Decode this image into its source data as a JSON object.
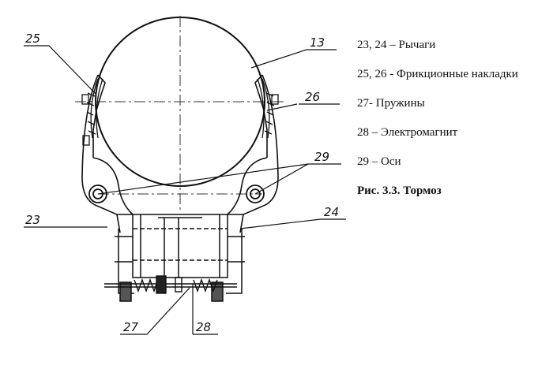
{
  "callouts": {
    "c13": "13",
    "c23": "23",
    "c24": "24",
    "c25": "25",
    "c26": "26",
    "c27": "27",
    "c28": "28",
    "c29": "29"
  },
  "legend": [
    "23, 24 – Рычаги",
    "25, 26 - Фрикционные накладки",
    "27- Пружины",
    "28 – Электромагнит",
    "29 – Оси"
  ],
  "caption": "Рис. 3.3. Тормоз"
}
